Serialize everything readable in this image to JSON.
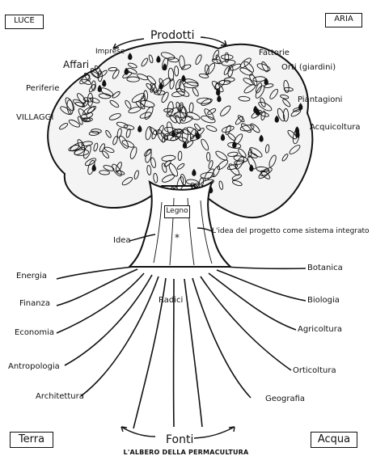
{
  "corners": {
    "top_left": "LUCE",
    "top_right": "ARIA",
    "bottom_left": "Terra",
    "bottom_right": "Acqua"
  },
  "top_heading": "Prodotti",
  "bottom_heading": "Fonti",
  "trunk_box": "Legno",
  "title": "L'ALBERO DELLA PERMACULTURA",
  "canopy_left": [
    "Imprese",
    "Affari",
    "Periferie",
    "VILLAGGI"
  ],
  "canopy_right": [
    "Fattorie",
    "Orti (giardini)",
    "Piantagioni",
    "Acquicoltura"
  ],
  "trunk_left": "Idea",
  "trunk_right": "L'idea del progetto come sistema integrato",
  "roots_center": "Radici",
  "roots_left": [
    "Energia",
    "Finanza",
    "Economia",
    "Antropologia",
    "Architettura"
  ],
  "roots_right": [
    "Botanica",
    "Biologia",
    "Agricoltura",
    "Orticoltura",
    "Geografia"
  ],
  "colors": {
    "ink": "#111111",
    "canopy_fill": "#f4f4f4",
    "paper": "#ffffff"
  }
}
